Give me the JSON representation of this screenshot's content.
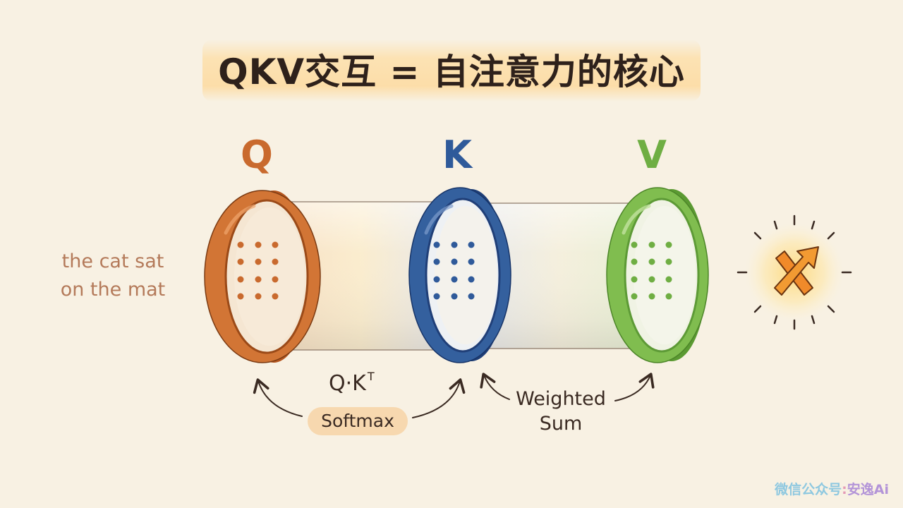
{
  "title": "QKV交互 = 自注意力的核心",
  "labels": {
    "q": "Q",
    "k": "K",
    "v": "V"
  },
  "input_text": {
    "line1": "the cat sat",
    "line2": "on the mat"
  },
  "formula": {
    "base": "Q·K",
    "superscript": "T"
  },
  "softmax_label": "Softmax",
  "weighted_sum": {
    "line1": "Weighted",
    "line2": "Sum"
  },
  "watermark": {
    "prefix": "微信公众号",
    "separator": ":",
    "name": "安逸Ai"
  },
  "colors": {
    "q": "#c96a2e",
    "k": "#2f5a9a",
    "v": "#6fae43",
    "highlight": "#f6c88c",
    "background": "#f8f1e3"
  },
  "icons": {
    "interaction": "crossed-arrows-icon"
  }
}
